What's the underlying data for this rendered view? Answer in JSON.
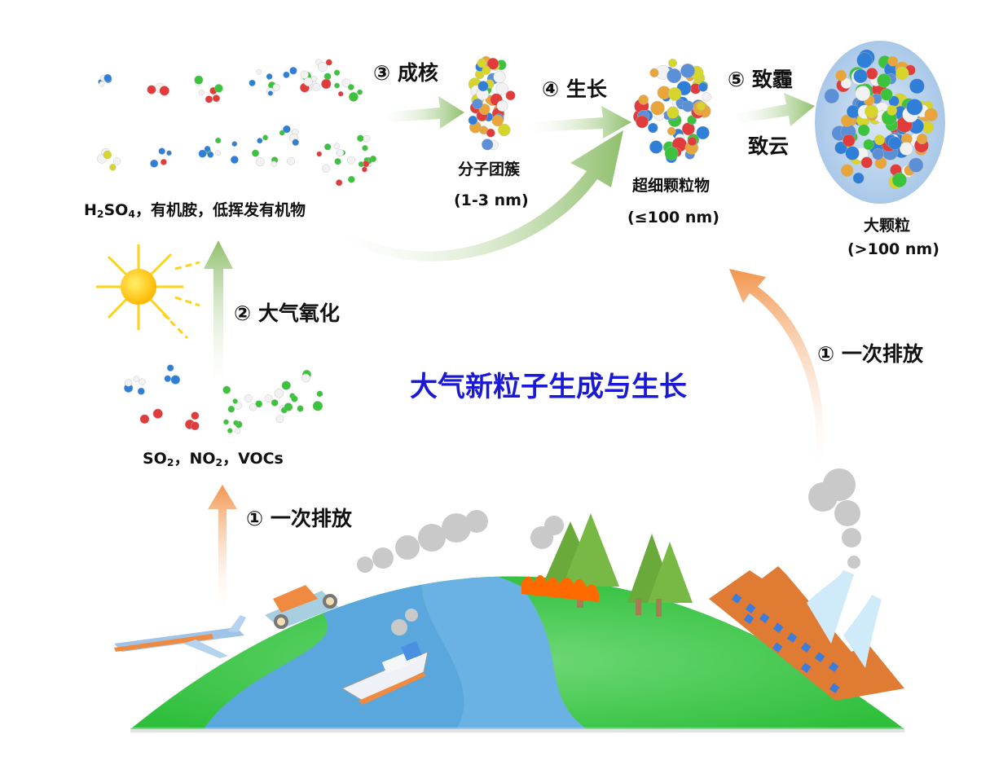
{
  "diagram": {
    "title": "大气新粒子生成与生长",
    "colors": {
      "title": "#1a1ad6",
      "emission_arrow": "#f2954d",
      "process_arrow": "#9cc47a",
      "land": "#3ec24a",
      "ocean": "#5aa7de",
      "smoke": "#c8c8c8",
      "factory": "#e07b34",
      "large_particle_halo": "#b9d3ec",
      "sun": "#ffd21a"
    },
    "steps": [
      {
        "id": "step1-left",
        "label": "① 一次排放"
      },
      {
        "id": "step1-right",
        "label": "① 一次排放"
      },
      {
        "id": "step2",
        "label": "② 大气氧化"
      },
      {
        "id": "step3",
        "label": "③ 成核"
      },
      {
        "id": "step4",
        "label": "④ 生长"
      },
      {
        "id": "step5",
        "label": "⑤ 致霾",
        "sub_label": "致云"
      }
    ],
    "nodes": {
      "precursors": {
        "label_parts": [
          "SO",
          "2",
          "，NO",
          "2",
          "，VOCs"
        ]
      },
      "oxidation_products": {
        "label_parts": [
          "H",
          "2",
          "SO",
          "4",
          "，有机胺，低挥发有机物"
        ]
      },
      "molecular_cluster": {
        "label": "分子团簇",
        "size": "(1-3 nm)"
      },
      "ultrafine_particle": {
        "label": "超细颗粒物",
        "size": "(≤100 nm)"
      },
      "large_particle": {
        "label": "大颗粒",
        "size": "(>100 nm)"
      }
    },
    "emission_sources": [
      "airplane",
      "car",
      "ship",
      "forest-fire",
      "factory"
    ]
  }
}
